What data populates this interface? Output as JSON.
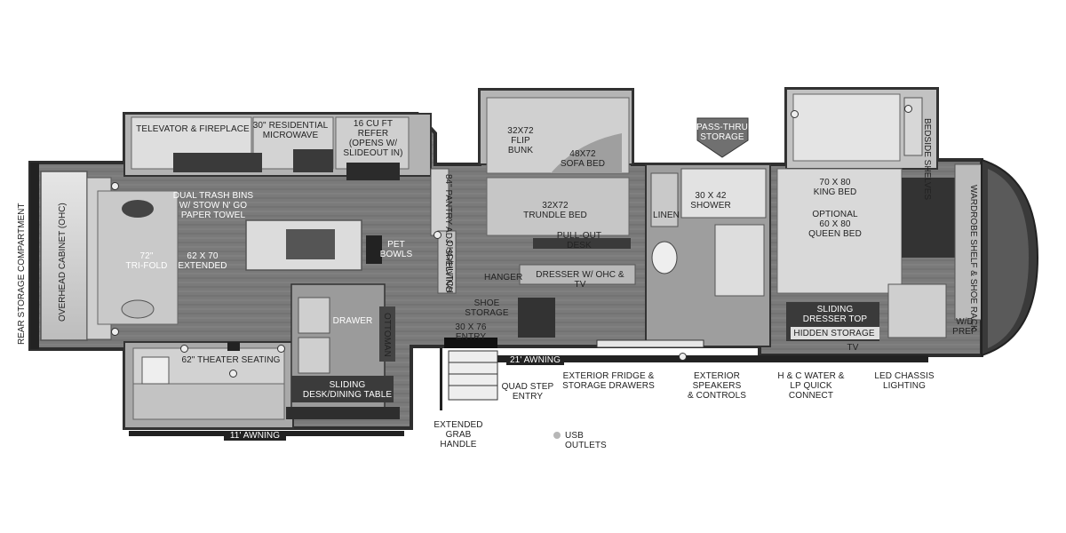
{
  "floorplan": {
    "labels": {
      "rear_storage": "REAR STORAGE COMPARTMENT",
      "overhead_cabinet": "OVERHEAD CABINET (OHC)",
      "tri_fold": "72\"\nTRI-FOLD",
      "extended_62x70": "62 x 70\nEXTENDED",
      "televator": "TELEVATOR & FIREPLACE",
      "microwave": "30\" RESIDENTIAL\nMICROWAVE",
      "refer": "16 CU FT\nREFER\n(OPENS W/\nSLIDEOUT IN)",
      "dual_trash": "DUAL TRASH BINS\nw/ STOW N' GO\nPAPER TOWEL",
      "pet_bowls": "PET\nBOWLS",
      "pantry": "84\" PANTRY\nADJ. SHELVING",
      "ohc_hutch": "OHC/HUTCH",
      "flip_bunk": "32x72\nFLIP\nBUNK",
      "sofa_bed": "48x72\nSOFA BED",
      "trundle_bed": "32x72\nTRUNDLE BED",
      "pull_out_desk": "PULL-OUT DESK",
      "hanger": "HANGER",
      "dresser_ohc_tv": "DRESSER w/ OHC & TV",
      "shoe_storage": "SHOE\nSTORAGE",
      "entry": "30 X 76\nENTRY",
      "drawer": "DRAWER",
      "ottoman": "OTTOMAN",
      "theater_seating": "62\" THEATER SEATING",
      "sliding_desk": "SLIDING\nDESK/DINING TABLE",
      "awning_11": "11' AWNING",
      "awning_21": "21' AWNING",
      "pass_thru": "PASS-THRU\nSTORAGE",
      "linen": "LINEN",
      "shower": "30 x 42\nSHOWER",
      "king_bed": "70 x 80\nKING BED",
      "queen_bed": "OPTIONAL\n60 x 80\nQUEEN BED",
      "bedside_shelves": "BEDSIDE\nSHELVES",
      "wardrobe": "WARDROBE SHELF\n& SHOE RACK",
      "wd_prep": "W/D\nPREP",
      "sliding_dresser": "SLIDING\nDRESSER TOP",
      "hidden_storage": "HIDDEN STORAGE",
      "tv": "TV",
      "quad_step": "QUAD STEP\nENTRY",
      "grab_handle": "EXTENDED\nGRAB HANDLE",
      "exterior_fridge": "EXTERIOR FRIDGE &\nSTORAGE DRAWERS",
      "exterior_speakers": "EXTERIOR SPEAKERS\n& CONTROLS",
      "hc_water": "H & C WATER &\nLP QUICK CONNECT",
      "led_chassis": "LED CHASSIS\nLIGHTING",
      "usb_outlets": "USB OUTLETS"
    },
    "colors": {
      "floor": "#7c7c7c",
      "wall": "#3a3a3a",
      "counter": "#d9d9d9",
      "furniture": "#cfcfcf",
      "dark_panel": "#2b2b2b",
      "usb_marker": "#b7b7b7"
    }
  }
}
